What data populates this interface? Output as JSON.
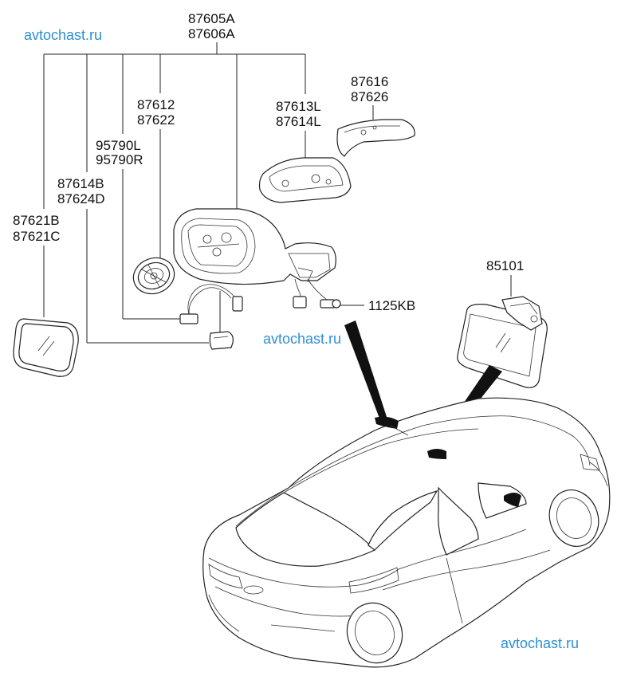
{
  "watermarks": [
    "avtochast.ru",
    "avtochast.ru",
    "avtochast.ru"
  ],
  "labels": {
    "outside_mirror_lh": "87605A",
    "outside_mirror_rh": "87606A",
    "scalp_l": "87613L",
    "scalp_r": "87614L",
    "cover_l": "87616",
    "cover_r": "87626",
    "actuator_l": "87612",
    "actuator_r": "87622",
    "harness_l": "95790L",
    "harness_r": "95790R",
    "lamp_b": "87614B",
    "lamp_d": "87624D",
    "glass_b": "87621B",
    "glass_c": "87621C",
    "bolt": "1125KB",
    "inside_mirror": "85101"
  }
}
